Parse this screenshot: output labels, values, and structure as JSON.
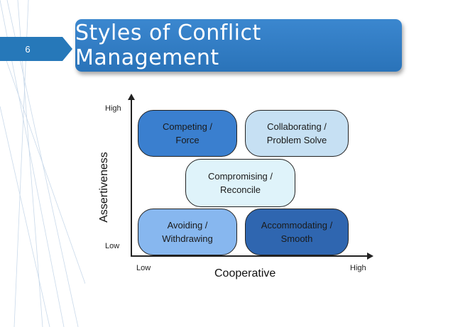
{
  "slide_number": "6",
  "title": "Styles of Conflict Management",
  "axes": {
    "y_title": "Assertiveness",
    "y_high": "High",
    "y_low": "Low",
    "x_title": "Cooperative",
    "x_low": "Low",
    "x_high": "High"
  },
  "styles": {
    "competing": "Competing /\nForce",
    "collaborating": "Collaborating /\nProblem Solve",
    "compromising": "Compromising /\nReconcile",
    "avoiding": "Avoiding /\nWithdrawing",
    "accommodating": "Accommodating /\nSmooth"
  },
  "colors": {
    "title_bar": "#2f7bc3",
    "slide_number_bg": "#2678b9",
    "competing": "#3a7fcf",
    "collaborating": "#c6e0f3",
    "compromising": "#dff3fa",
    "avoiding": "#87b7ef",
    "accommodating": "#2f66b0"
  }
}
